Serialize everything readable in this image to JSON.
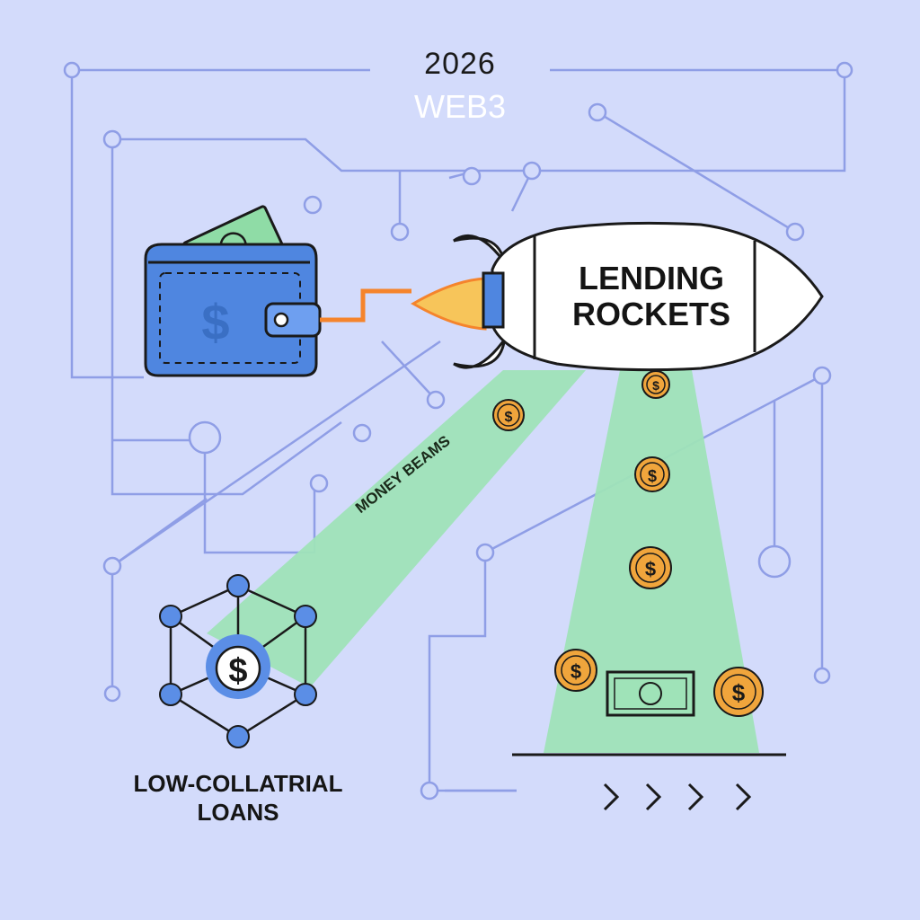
{
  "header": {
    "year": "2026",
    "subtitle": "WEB3"
  },
  "rocket": {
    "label": "LENDING\nROCKETS"
  },
  "beam": {
    "label": "MONEY BEAMS"
  },
  "network": {
    "label": "LOW-COLLATRIAL\nLOANS"
  },
  "colors": {
    "background": "#d3dbfb",
    "circuit": "#8f9ee6",
    "wallet": "#4f86e0",
    "beam": "#9fe3b8",
    "coin": "#f0a53c",
    "flame": "#f5842c",
    "node": "#5b8ee6"
  },
  "icons": [
    "wallet-icon",
    "dollar-bill-icon",
    "rocket-icon",
    "flame-icon",
    "coin-icon",
    "network-cube-icon",
    "chevron-right-icon"
  ]
}
